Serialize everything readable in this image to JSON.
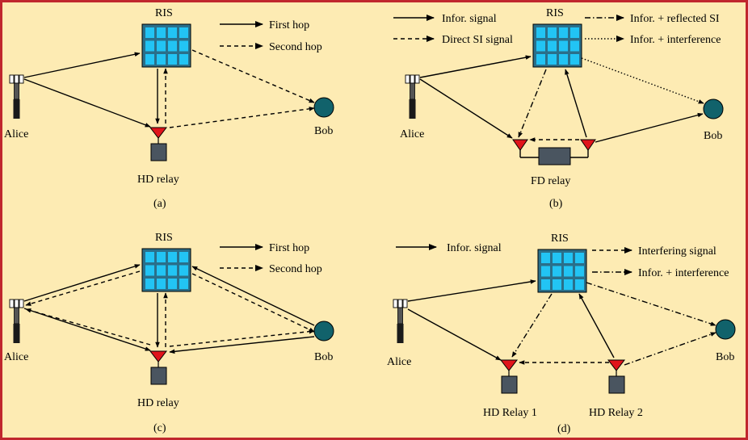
{
  "panels": {
    "a": {
      "ris": "RIS",
      "alice": "Alice",
      "bob": "Bob",
      "relay": "HD relay",
      "caption": "(a)",
      "legend": [
        "First hop",
        "Second hop"
      ]
    },
    "b": {
      "ris": "RIS",
      "alice": "Alice",
      "bob": "Bob",
      "relay": "FD relay",
      "caption": "(b)",
      "legend": [
        "Infor. signal",
        "Direct SI signal",
        "Infor. + reflected SI",
        "Infor. + interference"
      ]
    },
    "c": {
      "ris": "RIS",
      "alice": "Alice",
      "bob": "Bob",
      "relay": "HD relay",
      "caption": "(c)",
      "legend": [
        "First hop",
        "Second hop"
      ]
    },
    "d": {
      "ris": "RIS",
      "alice": "Alice",
      "bob": "Bob",
      "relay1": "HD Relay 1",
      "relay2": "HD Relay 2",
      "caption": "(d)",
      "legend": [
        "Infor. signal",
        "Interfering signal",
        "Infor. + interference"
      ]
    }
  },
  "colors": {
    "background": "#fdebb3",
    "border": "#c0272d",
    "ris_frame": "#2a6f8a",
    "ris_element": "#22c4f4",
    "relay_triangle": "#e0141b",
    "relay_box": "#4a5560",
    "bob": "#11626b"
  }
}
